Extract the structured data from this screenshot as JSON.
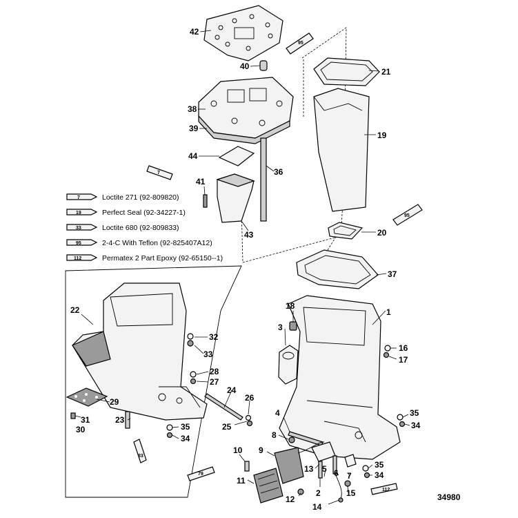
{
  "figure_number": "34980",
  "legend": [
    {
      "tube": "7",
      "text": "Loctite 271 (92-809820)"
    },
    {
      "tube": "19",
      "text": "Perfect Seal (92-34227-1)"
    },
    {
      "tube": "33",
      "text": "Loctite 680 (92-809833)"
    },
    {
      "tube": "95",
      "text": "2-4-C With Teflon (92-825407A12)"
    },
    {
      "tube": "112",
      "text": "Permatex 2 Part Epoxy (92-65150--1)"
    }
  ],
  "callouts": [
    "42",
    "40",
    "21",
    "38",
    "39",
    "19",
    "44",
    "36",
    "41",
    "43",
    "20",
    "37",
    "1",
    "18",
    "3",
    "22",
    "32",
    "33",
    "16",
    "17",
    "28",
    "27",
    "24",
    "26",
    "29",
    "31",
    "30",
    "23",
    "35",
    "34",
    "25",
    "35",
    "34",
    "4",
    "8",
    "9",
    "10",
    "13",
    "5",
    "6",
    "7",
    "35",
    "34",
    "11",
    "12",
    "2",
    "14",
    "15"
  ],
  "tube_labels": [
    "95",
    "7",
    "95",
    "33",
    "79",
    "112"
  ]
}
